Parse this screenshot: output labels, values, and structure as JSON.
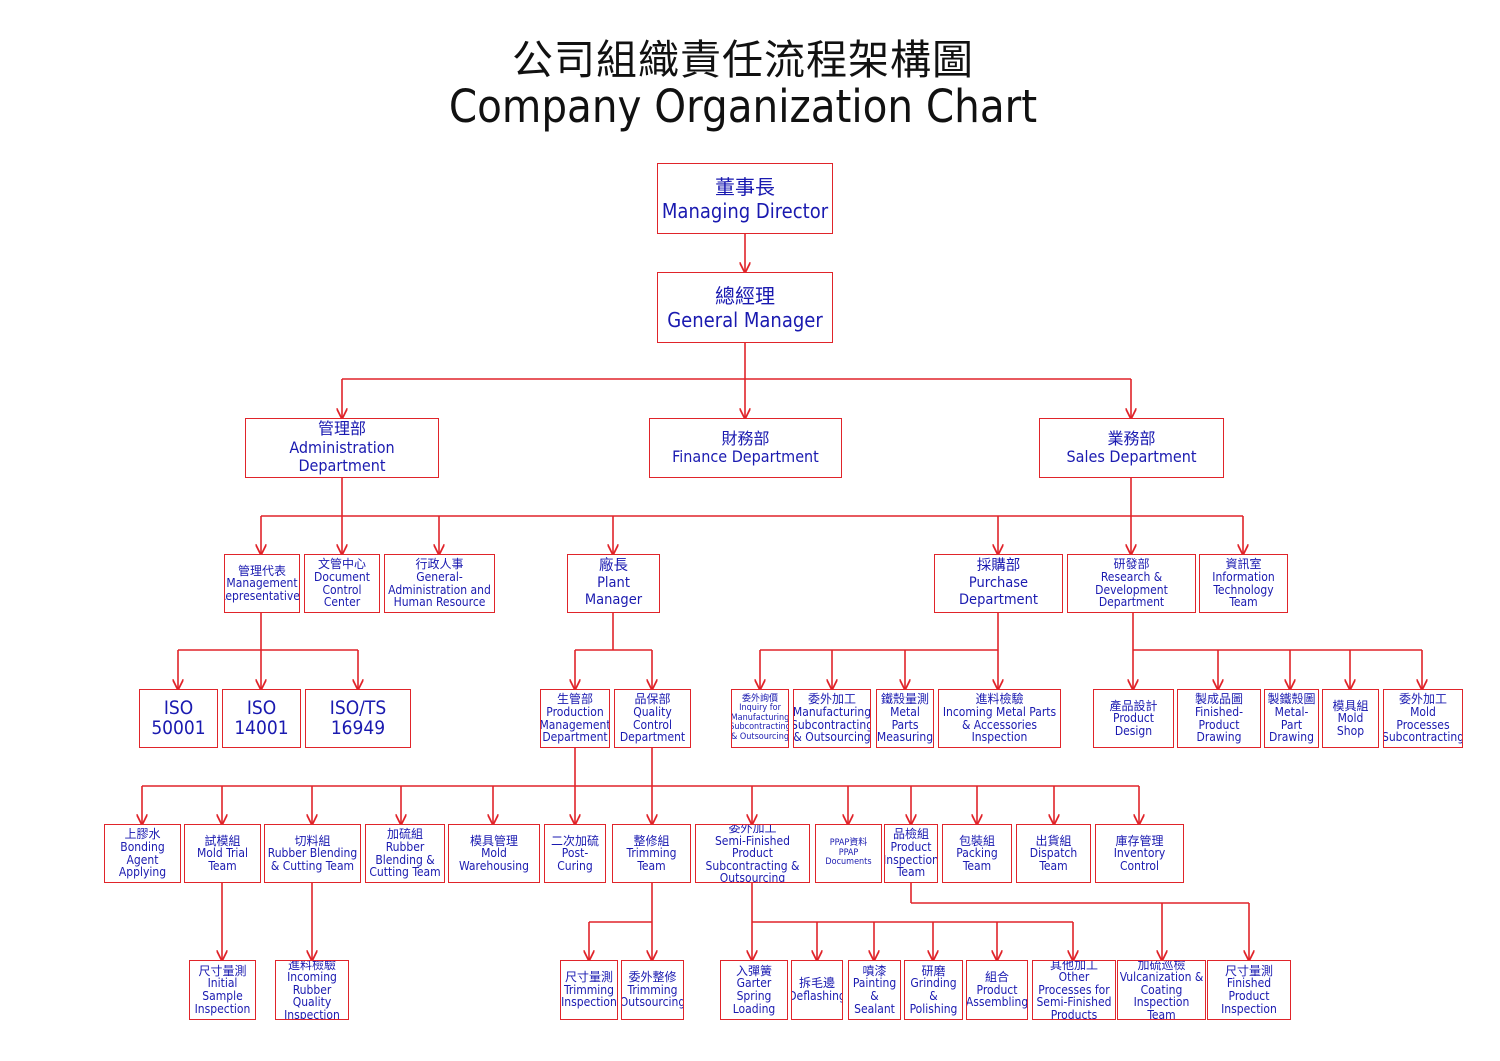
{
  "title": {
    "zh": "公司組織責任流程架構圖",
    "en": "Company Organization Chart"
  },
  "nodes": {
    "md": {
      "zh": "董事長",
      "en": "Managing Director"
    },
    "gm": {
      "zh": "總經理",
      "en": "General Manager"
    },
    "adm": {
      "zh": "管理部",
      "en": "Administration Department"
    },
    "fin": {
      "zh": "財務部",
      "en": "Finance Department"
    },
    "sal": {
      "zh": "業務部",
      "en": "Sales Department"
    },
    "mr": {
      "zh": "管理代表",
      "en": "Management Representatives"
    },
    "dcc": {
      "zh": "文管中心",
      "en": "Document Control Center"
    },
    "gahr": {
      "zh": "行政人事",
      "en": "General-Administration and Human Resource"
    },
    "pm": {
      "zh": "廠長",
      "en": "Plant Manager"
    },
    "pur": {
      "zh": "採購部",
      "en": "Purchase Department"
    },
    "rd": {
      "zh": "研發部",
      "en": "Research & Development Department"
    },
    "it": {
      "zh": "資訊室",
      "en": "Information Technology Team"
    },
    "iso1": {
      "en": "ISO 50001"
    },
    "iso2": {
      "en": "ISO 14001"
    },
    "iso3": {
      "en": "ISO/TS 16949"
    },
    "pmd": {
      "zh": "生管部",
      "en": "Production Management Department"
    },
    "qcd": {
      "zh": "品保部",
      "en": "Quality Control Department"
    },
    "inq": {
      "zh": "委外詢價",
      "en": "Inquiry for Manufacturing Subcontracting & Outsourcing"
    },
    "mso": {
      "zh": "委外加工",
      "en": "Manufacturing Subcontracting & Outsourcing"
    },
    "mpm": {
      "zh": "鐵殼量測",
      "en": "Metal Parts Measuring"
    },
    "imp": {
      "zh": "進料檢驗",
      "en": "Incoming Metal Parts & Accessories Inspection"
    },
    "pd": {
      "zh": "產品設計",
      "en": "Product Design"
    },
    "fpd": {
      "zh": "製成品圖",
      "en": "Finished-Product Drawing"
    },
    "mpd": {
      "zh": "製鐵殼圖",
      "en": "Metal-Part Drawing"
    },
    "ms": {
      "zh": "模具組",
      "en": "Mold Shop"
    },
    "mps": {
      "zh": "委外加工",
      "en": "Mold Processes Subcontracting"
    },
    "ba": {
      "zh": "上膠水",
      "en": "Bonding Agent Applying"
    },
    "mt": {
      "zh": "試模組",
      "en": "Mold Trial Team"
    },
    "rbc": {
      "zh": "切料組",
      "en": "Rubber Blending & Cutting Team"
    },
    "rbc2": {
      "zh": "加硫組",
      "en": "Rubber Blending & Cutting Team"
    },
    "mw": {
      "zh": "模具管理",
      "en": "Mold Warehousing"
    },
    "pc": {
      "zh": "二次加硫",
      "en": "Post-Curing"
    },
    "tt": {
      "zh": "整修組",
      "en": "Trimming Team"
    },
    "sfp": {
      "zh": "委外加工",
      "en": "Semi-Finished Product Subcontracting & Outsourcing"
    },
    "ppap": {
      "zh": "PPAP資料",
      "en": "PPAP Documents"
    },
    "pit": {
      "zh": "品檢組",
      "en": "Product Inspection Team"
    },
    "pkt": {
      "zh": "包裝組",
      "en": "Packing Team"
    },
    "dt": {
      "zh": "出貨組",
      "en": "Dispatch Team"
    },
    "ic": {
      "zh": "庫存管理",
      "en": "Inventory Control"
    },
    "isi": {
      "zh": "尺寸量測",
      "en": "Initial Sample Inspection"
    },
    "irq": {
      "zh": "進料檢驗",
      "en": "Incoming Rubber Quality Inspection"
    },
    "tri": {
      "zh": "尺寸量測",
      "en": "Trimming Inspection"
    },
    "tro": {
      "zh": "委外整修",
      "en": "Trimming Outsourcing"
    },
    "gsl": {
      "zh": "入彈簧",
      "en": "Garter Spring Loading"
    },
    "def": {
      "zh": "拆毛邊",
      "en": "Deflashing"
    },
    "pas": {
      "zh": "噴漆",
      "en": "Painting & Sealant"
    },
    "gap": {
      "zh": "研磨",
      "en": "Grinding & Polishing"
    },
    "pa": {
      "zh": "組合",
      "en": "Product Assembling"
    },
    "op": {
      "zh": "其他加工",
      "en": "Other Processes for Semi-Finished Products"
    },
    "vci": {
      "zh": "加硫巡檢",
      "en": "Vulcanization & Coating Inspection Team"
    },
    "fpi": {
      "zh": "尺寸量測",
      "en": "Finished Product Inspection"
    }
  },
  "colors": {
    "line": "#e0242a",
    "box_border": "#e0242a",
    "box_text": "#1a1ab0",
    "title": "#111111"
  }
}
